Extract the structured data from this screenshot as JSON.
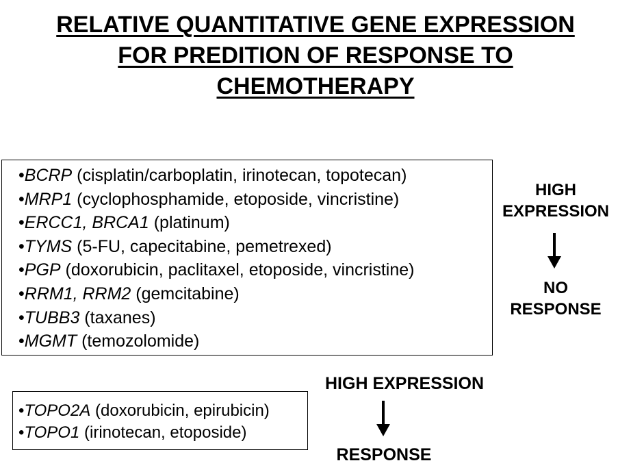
{
  "title": {
    "line1": "RELATIVE QUANTITATIVE GENE EXPRESSION",
    "line2": "FOR PREDITION OF RESPONSE TO",
    "line3": "CHEMOTHERAPY"
  },
  "no_response_list": [
    {
      "bullet": "•",
      "gene": "BCRP",
      "drugs": " (cisplatin/carboplatin, irinotecan, topotecan)"
    },
    {
      "bullet": "•",
      "gene": "MRP1",
      "drugs": " (cyclophosphamide, etoposide, vincristine)"
    },
    {
      "bullet": "•",
      "gene": "ERCC1, BRCA1",
      "drugs": " (platinum)"
    },
    {
      "bullet": "•",
      "gene": "TYMS",
      "drugs": " (5-FU, capecitabine, pemetrexed)"
    },
    {
      "bullet": "•",
      "gene": "PGP",
      "drugs": " (doxorubicin, paclitaxel, etoposide, vincristine)"
    },
    {
      "bullet": "•",
      "gene": "RRM1, RRM2",
      "drugs": " (gemcitabine)"
    },
    {
      "bullet": "•",
      "gene": "TUBB3",
      "drugs": " (taxanes)"
    },
    {
      "bullet": "•",
      "gene": "MGMT",
      "drugs": " (temozolomide)"
    }
  ],
  "response_list": [
    {
      "bullet": "•",
      "gene": "TOPO2A",
      "drugs": " (doxorubicin, epirubicin)"
    },
    {
      "bullet": "•",
      "gene": "TOPO1",
      "drugs": " (irinotecan, etoposide)"
    }
  ],
  "right_panel": {
    "top_line1": "HIGH",
    "top_line2": "EXPRESSION",
    "bottom_line1": "NO",
    "bottom_line2": "RESPONSE"
  },
  "middle_panel": {
    "top": "HIGH EXPRESSION",
    "bottom": "RESPONSE"
  },
  "icons": {
    "arrow": "arrow-down-icon"
  },
  "colors": {
    "text": "#000000",
    "background": "#ffffff"
  }
}
